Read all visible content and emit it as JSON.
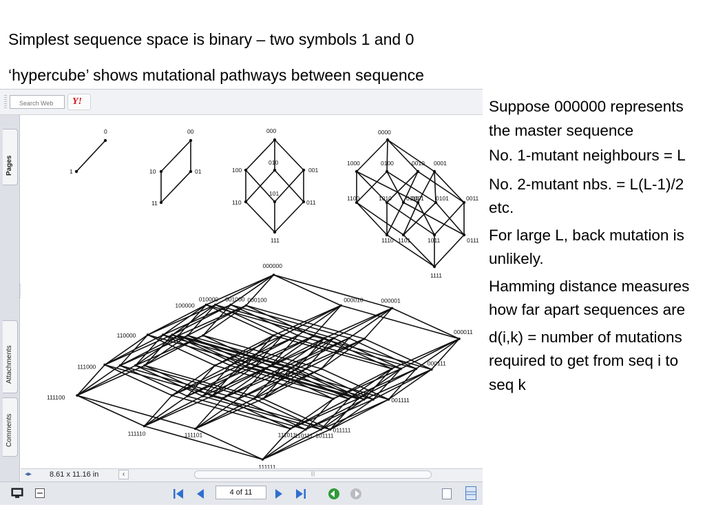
{
  "slide": {
    "line1": "Simplest sequence space is binary – two symbols 1 and 0",
    "line2": "‘hypercube’ shows mutational pathways between sequence"
  },
  "reader": {
    "search_placeholder": "Search Web",
    "search_logo": "Y!",
    "tabs": {
      "pages": "Pages",
      "attachments": "Attachments",
      "comments": "Comments"
    },
    "page_size": "8.61 x 11.16 in",
    "page_indicator": "4 of 11",
    "icons": {
      "zoom": "zoom-arrows-icon",
      "first": "first-page-icon",
      "prev": "previous-page-icon",
      "next": "next-page-icon",
      "last": "last-page-icon",
      "back": "go-back-icon",
      "forward": "go-forward-icon"
    },
    "diagram_labels": {
      "l1_0": "0",
      "l1_1": "1",
      "l2_00": "00",
      "l2_10": "10",
      "l2_01": "01",
      "l2_11": "11",
      "l3_000": "000",
      "l3_100": "100",
      "l3_010": "010",
      "l3_001": "001",
      "l3_101": "101",
      "l3_110": "110",
      "l3_011": "011",
      "l3_111": "111",
      "l4_0000": "0000",
      "l4_1000": "1000",
      "l4_0100": "0100",
      "l4_0010": "0010",
      "l4_0001": "0001",
      "l4_1100": "1100",
      "l4_1010": "1010",
      "l4_0101": "0101",
      "l4_0011": "0011",
      "l4_0110": "0110",
      "l4_1001": "1001",
      "l4_1110": "1110",
      "l4_1101": "1101",
      "l4_0111": "0111",
      "l4_1011": "1011",
      "l4_1111": "1111",
      "l6_000000": "000000",
      "l6_100000": "100000",
      "l6_010000": "010000",
      "l6_001000": "001000",
      "l6_000100": "000100",
      "l6_000010": "000010",
      "l6_000001": "000001",
      "l6_110000": "110000",
      "l6_000011": "000011",
      "l6_111000": "111000",
      "l6_000111": "000111",
      "l6_111100": "111100",
      "l6_001111": "001111",
      "l6_111110": "111110",
      "l6_111101": "111101",
      "l6_111011": "111011",
      "l6_110111": "110111",
      "l6_101111": "101111",
      "l6_011111": "011111",
      "l6_111111": "111111"
    }
  },
  "right": {
    "p1": "Suppose 000000 represents the master sequence",
    "p2": "No. 1-mutant neighbours = L",
    "p3": "No. 2-mutant nbs. = L(L-1)/2  etc.",
    "p4": "For large L, back mutation is unlikely.",
    "p5": "Hamming distance measures how far apart sequences are",
    "p6": "d(i,k) = number of mutations required to get from seq i to seq k"
  }
}
